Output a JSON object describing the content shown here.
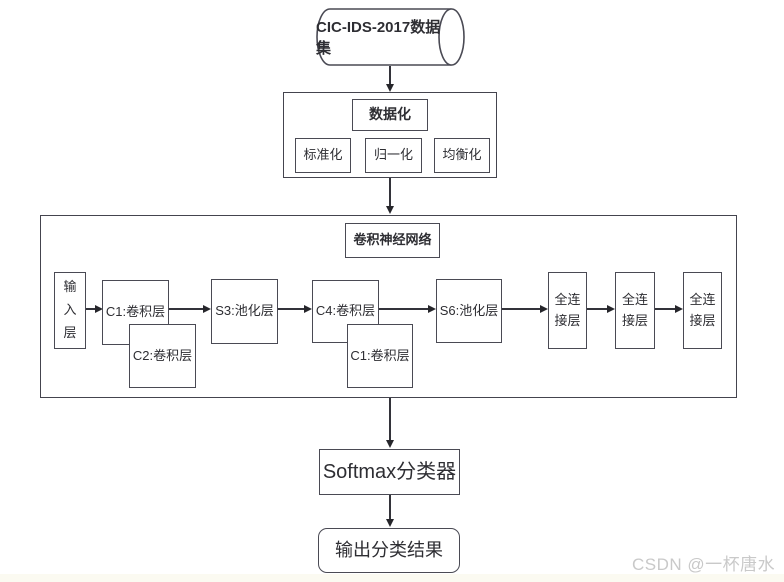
{
  "diagram": {
    "dataset": {
      "label": "CIC-IDS-2017数据集"
    },
    "preprocessing": {
      "title": "数据化",
      "steps": [
        "标准化",
        "归一化",
        "均衡化"
      ]
    },
    "cnn": {
      "title": "卷积神经网络",
      "input_label": "输入层",
      "layers": {
        "c1": "C1:卷积层",
        "c2": "C2:卷积层",
        "s3": "S3:池化层",
        "c4": "C4:卷积层",
        "c5": "C1:卷积层",
        "s6": "S6:池化层",
        "fc": "全连接层"
      }
    },
    "softmax": {
      "label": "Softmax分类器"
    },
    "output": {
      "label": "输出分类结果"
    }
  },
  "watermark": "CSDN @一杯唐水",
  "colors": {
    "line": "#33333a",
    "border": "#4a4a54",
    "arrowhead": "#26262b",
    "watermark": "#c9c9c9"
  }
}
